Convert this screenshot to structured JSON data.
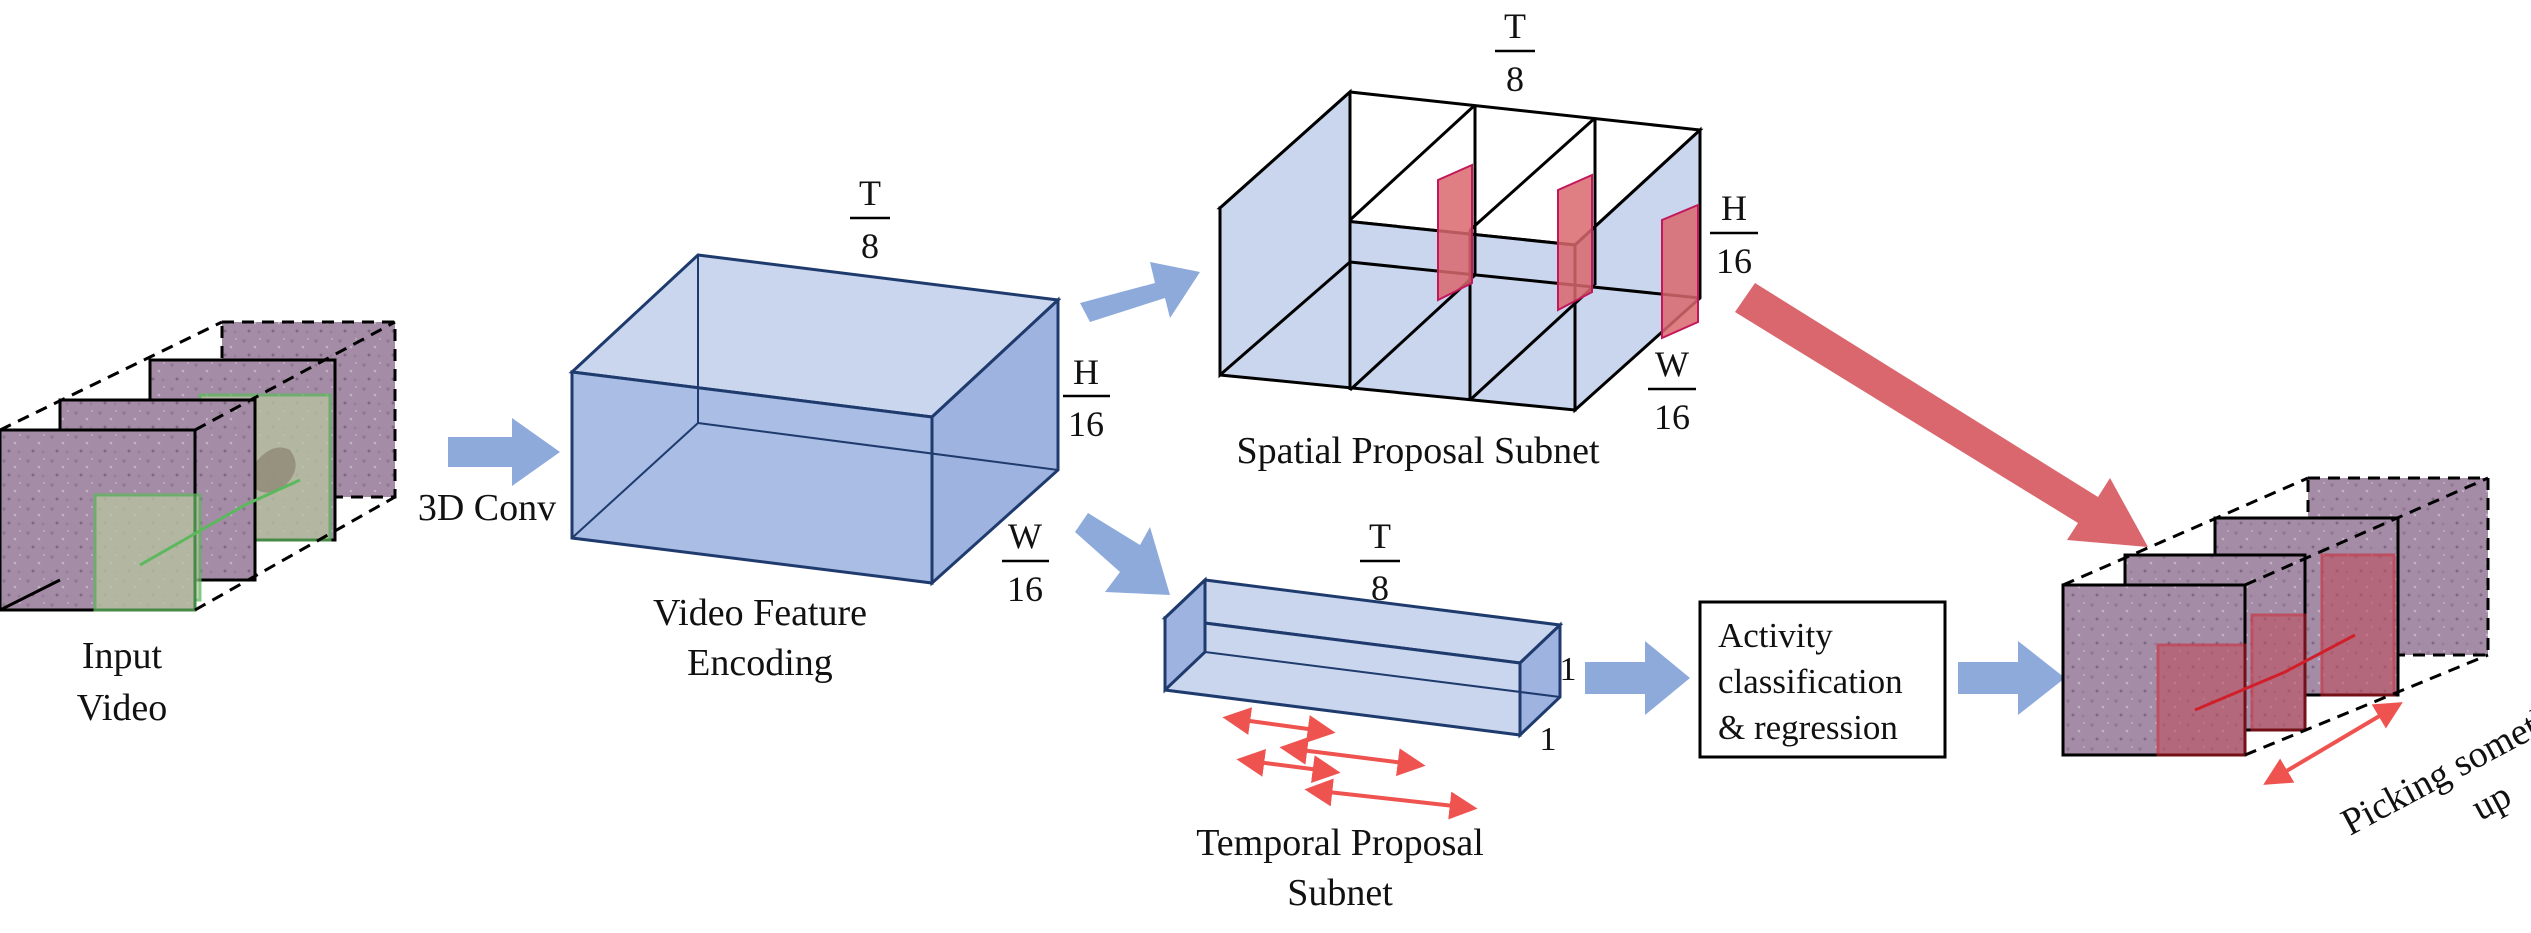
{
  "labels": {
    "input_video": [
      "Input",
      "Video"
    ],
    "conv": "3D Conv",
    "feature_encoding": [
      "Video Feature",
      "Encoding"
    ],
    "spatial_subnet": "Spatial Proposal Subnet",
    "temporal_subnet": [
      "Temporal Proposal",
      "Subnet"
    ],
    "classification_box": [
      "Activity",
      "classification",
      "& regression"
    ],
    "result_caption": [
      "Picking something",
      "up"
    ]
  },
  "dimensions": {
    "T": "T",
    "H": "H",
    "W": "W",
    "eight": "8",
    "sixteen": "16",
    "one": "1"
  },
  "colors": {
    "cube_fill": "#c9d6ee",
    "cube_side": "#9fb3e0",
    "flow_arrow": "#8eaadb",
    "big_arrow": "#d9676d",
    "red_box": "#d11f2a",
    "green_box": "#5cb85c",
    "frame_texture": "#a68ea6"
  }
}
